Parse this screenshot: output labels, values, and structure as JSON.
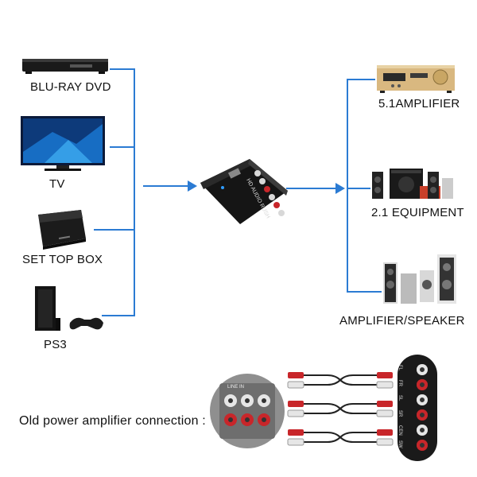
{
  "sources": [
    {
      "label": "BLU-RAY DVD",
      "icon": "bluray-player-icon"
    },
    {
      "label": "TV",
      "icon": "tv-icon"
    },
    {
      "label": "SET TOP BOX",
      "icon": "set-top-box-icon"
    },
    {
      "label": "PS3",
      "icon": "ps3-console-icon"
    }
  ],
  "outputs": [
    {
      "label": "5.1AMPLIFIER",
      "icon": "amplifier-receiver-icon"
    },
    {
      "label": "2.1 EQUIPMENT",
      "icon": "speakers-2-1-icon"
    },
    {
      "label": "AMPLIFIER/SPEAKER",
      "icon": "tower-speakers-icon"
    }
  ],
  "decoder": {
    "icon": "hd-audio-decoder-icon",
    "print": "HD AUDIO RUSH"
  },
  "bottom": {
    "caption": "Old power amplifier connection :",
    "amp_panel_label": "LINE IN",
    "decoder_ports": [
      "FL",
      "FR",
      "SL",
      "SR",
      "CEN",
      "SW"
    ]
  },
  "colors": {
    "flow_line": "#2b7bd3",
    "rca_red": "#c8262a",
    "rca_white": "#e6e6e6"
  }
}
